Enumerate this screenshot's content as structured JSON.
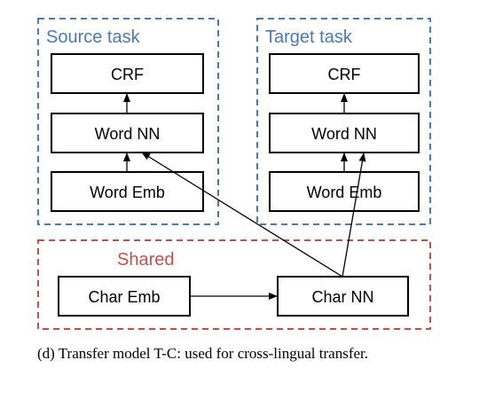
{
  "groups": {
    "source": {
      "label": "Source task",
      "color": "#4a7ab5"
    },
    "target": {
      "label": "Target task",
      "color": "#4a7ab5"
    },
    "shared": {
      "label": "Shared",
      "color": "#c0504d"
    }
  },
  "nodes": {
    "source_crf": "CRF",
    "source_word_nn": "Word NN",
    "source_word_emb": "Word Emb",
    "target_crf": "CRF",
    "target_word_nn": "Word NN",
    "target_word_emb": "Word Emb",
    "char_emb": "Char Emb",
    "char_nn": "Char NN"
  },
  "caption": "(d)  Transfer model T-C: used for cross-lingual transfer."
}
